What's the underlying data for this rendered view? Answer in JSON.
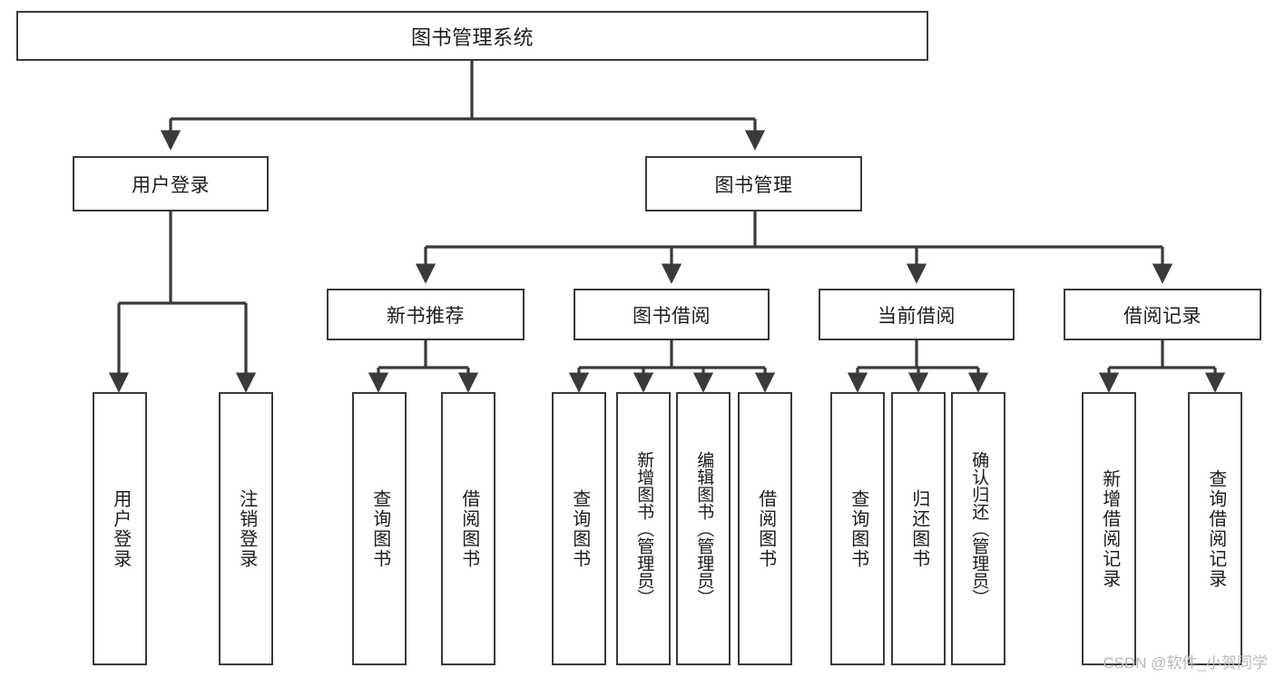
{
  "diagram": {
    "title": "图书管理系统",
    "type": "function-tree",
    "colors": {
      "background": "#ffffff",
      "stroke": "#3a3a3a",
      "text": "#1c1c1c",
      "watermark": "#b9b9b9"
    },
    "levels": {
      "root": {
        "label": "图书管理系统"
      },
      "level2": [
        {
          "label": "用户登录"
        },
        {
          "label": "图书管理"
        }
      ],
      "level3": [
        {
          "label": "新书推荐"
        },
        {
          "label": "图书借阅"
        },
        {
          "label": "当前借阅"
        },
        {
          "label": "借阅记录"
        }
      ],
      "leaves": [
        {
          "label": "用户登录",
          "parent": "用户登录"
        },
        {
          "label": "注销登录",
          "parent": "用户登录"
        },
        {
          "label": "查询图书",
          "parent": "新书推荐"
        },
        {
          "label": "借阅图书",
          "parent": "新书推荐"
        },
        {
          "label": "查询图书",
          "parent": "图书借阅"
        },
        {
          "label": "新增图书（管理员）",
          "parent": "图书借阅"
        },
        {
          "label": "编辑图书（管理员）",
          "parent": "图书借阅"
        },
        {
          "label": "借阅图书",
          "parent": "图书借阅"
        },
        {
          "label": "查询图书",
          "parent": "当前借阅"
        },
        {
          "label": "归还图书",
          "parent": "当前借阅"
        },
        {
          "label": "确认归还（管理员）",
          "parent": "当前借阅"
        },
        {
          "label": "新增借阅记录",
          "parent": "借阅记录"
        },
        {
          "label": "查询借阅记录",
          "parent": "借阅记录"
        }
      ]
    },
    "watermark": "CSDN @软件_小贺同学"
  }
}
